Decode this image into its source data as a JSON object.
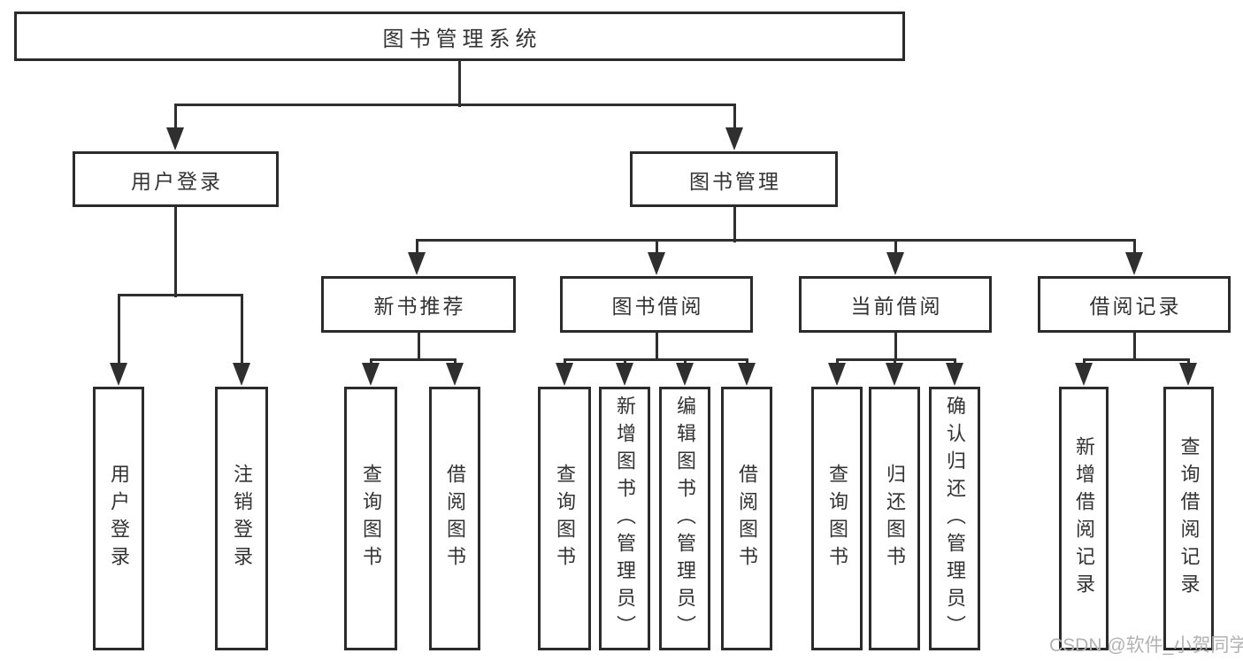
{
  "tree": {
    "root": {
      "label": "图书管理系统"
    },
    "branches": [
      {
        "label": "用户登录",
        "children": [
          "用户登录",
          "注销登录"
        ]
      },
      {
        "label": "图书管理",
        "children": [
          {
            "label": "新书推荐",
            "children": [
              "查询图书",
              "借阅图书"
            ]
          },
          {
            "label": "图书借阅",
            "children": [
              "查询图书",
              "新增图书（管理员）",
              "编辑图书（管理员）",
              "借阅图书"
            ]
          },
          {
            "label": "当前借阅",
            "children": [
              "查询图书",
              "归还图书",
              "确认归还（管理员）"
            ]
          },
          {
            "label": "借阅记录",
            "children": [
              "新增借阅记录",
              "查询借阅记录"
            ]
          }
        ]
      }
    ]
  },
  "watermark": {
    "text": "CSDN @软件_小贺同学"
  },
  "colors": {
    "line": "#2f2f2f",
    "box_border": "#2b2b2b",
    "text": "#333333",
    "watermark": "#b2b2b2",
    "background": "#ffffff"
  }
}
